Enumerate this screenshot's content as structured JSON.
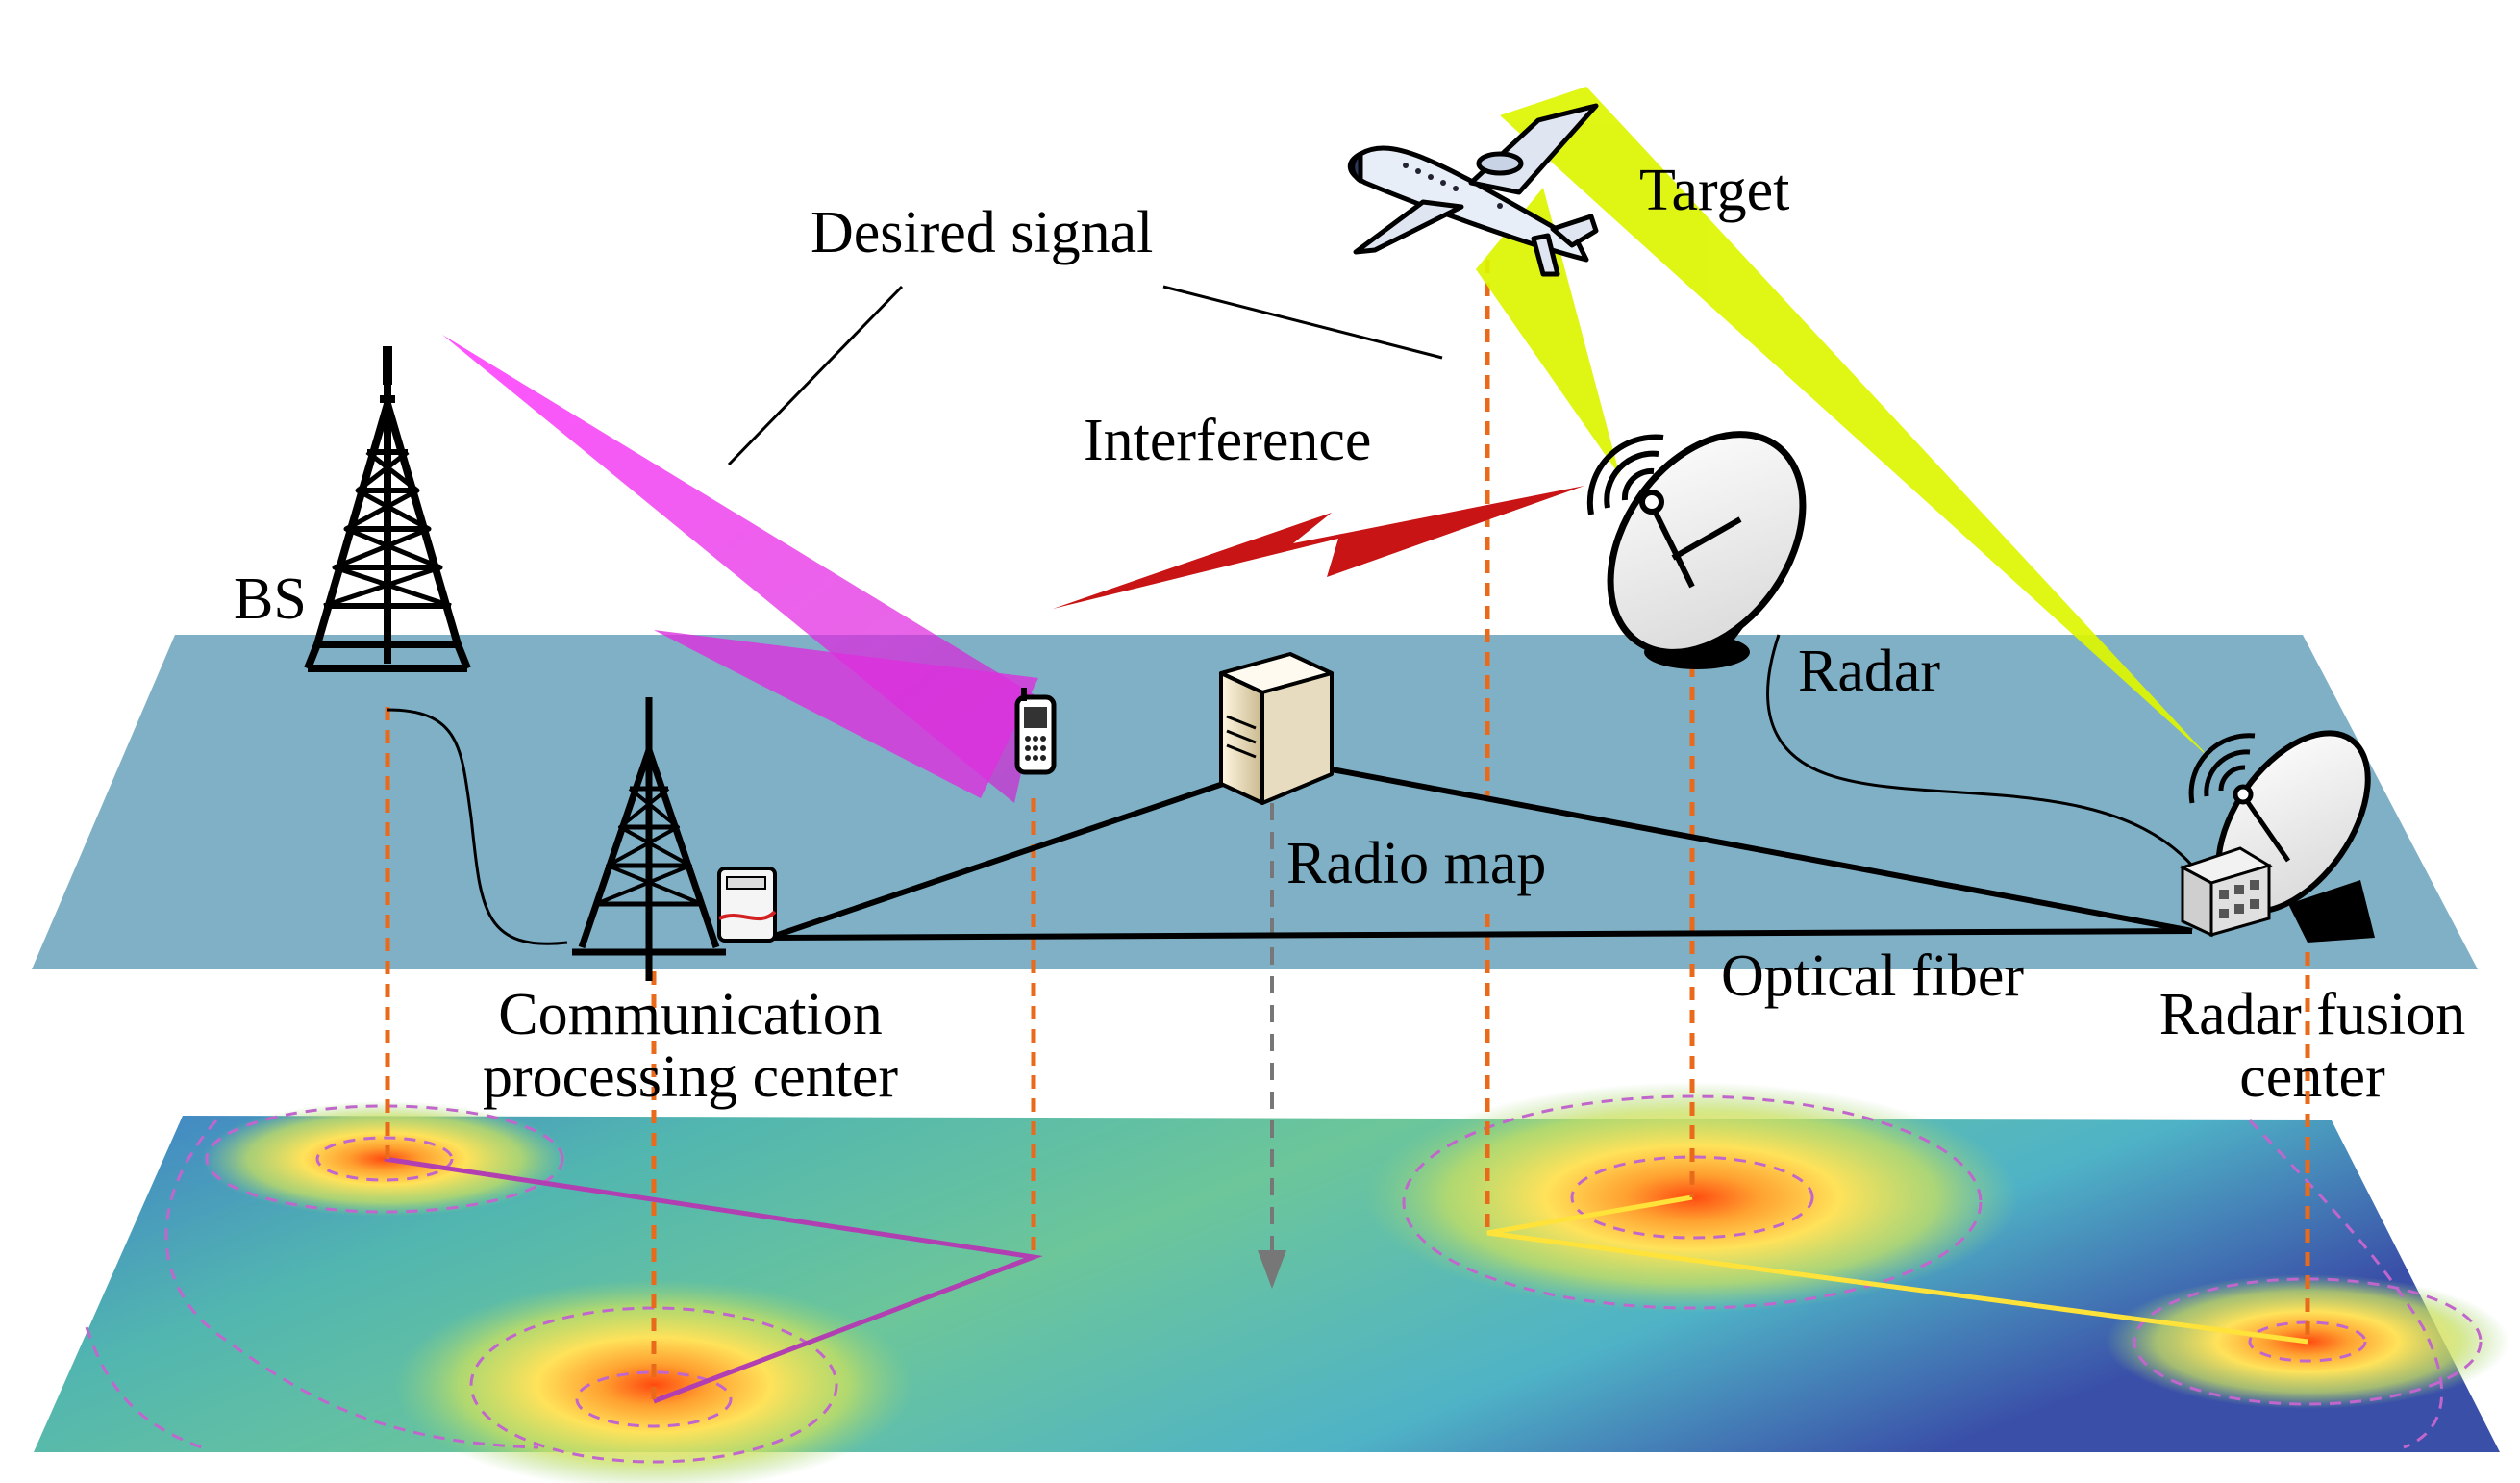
{
  "labels": {
    "desired_signal": "Desired signal",
    "target": "Target",
    "interference": "Interference",
    "bs": "BS",
    "radar": "Radar",
    "radio_map": "Radio map",
    "optical_fiber": "Optical fiber",
    "comm_center_line1": "Communication",
    "comm_center_line2": "processing center",
    "radar_fusion_line1": "Radar fusion",
    "radar_fusion_line2": "center"
  },
  "colors": {
    "ground_plane": "#7fb0c6",
    "communication_beam": "#ee22ee",
    "radar_beam": "#ddf500",
    "interference": "#c81414",
    "projection_line": "#e86a1a",
    "comm_route": "#b13fb1",
    "radar_route": "#ffe23a"
  },
  "icons": [
    "tower-icon",
    "phone-icon",
    "server-icon",
    "radar-dish-icon",
    "airplane-icon",
    "communication-center-icon",
    "radar-fusion-center-icon"
  ]
}
